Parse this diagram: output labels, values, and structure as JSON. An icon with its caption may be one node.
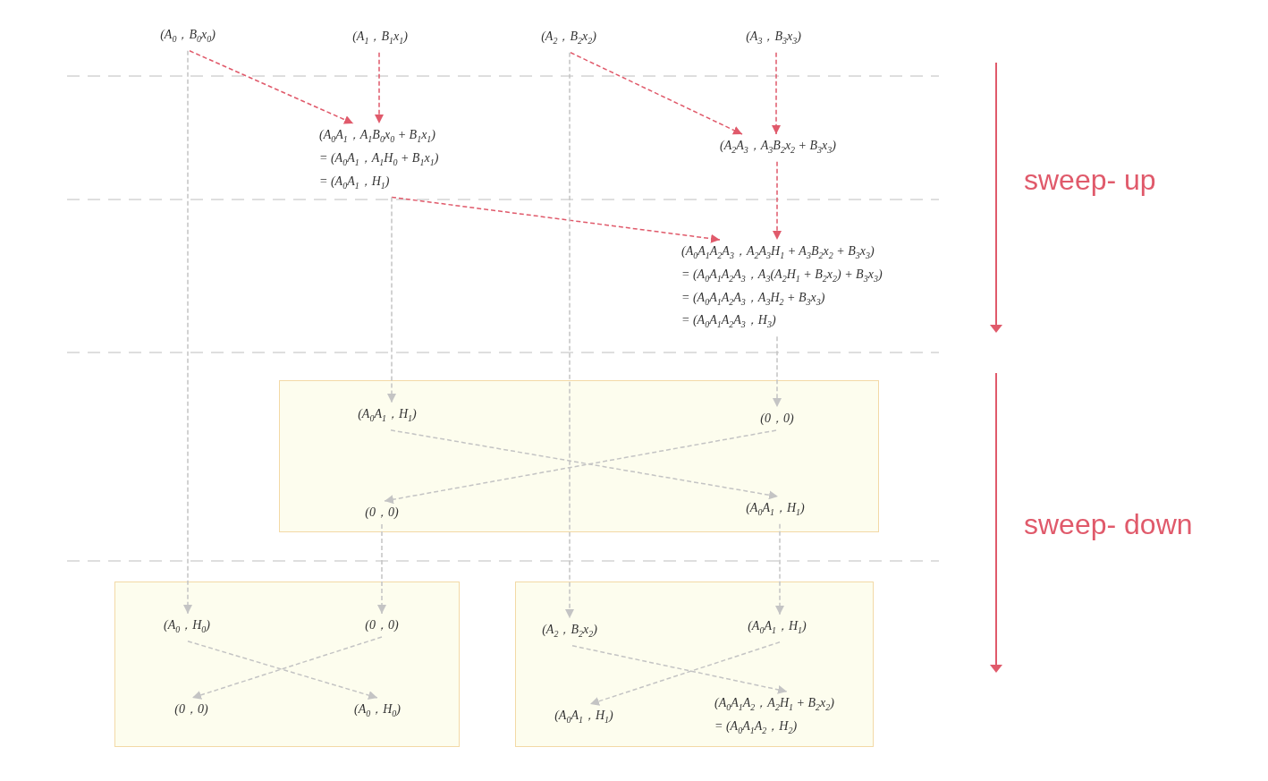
{
  "diagram": {
    "nodes": [
      {
        "text": [
          "(A$_{0}$，B$_{0}$x$_{0}$)"
        ]
      },
      {
        "text": [
          "(A$_{1}$，B$_{1}$x$_{1}$)"
        ]
      },
      {
        "text": [
          "(A$_{2}$，B$_{2}$x$_{2}$)"
        ]
      },
      {
        "text": [
          "(A$_{3}$，B$_{3}$x$_{3}$)"
        ]
      },
      {
        "text": [
          "(A$_{0}$A$_{1}$，A$_{1}$B$_{0}$x$_{0}$ + B$_{1}$x$_{1}$)",
          "= (A$_{0}$A$_{1}$，A$_{1}$H$_{0}$ + B$_{1}$x$_{1}$)",
          "= (A$_{0}$A$_{1}$，H$_{1}$)"
        ]
      },
      {
        "text": [
          "(A$_{2}$A$_{3}$，A$_{3}$B$_{2}$x$_{2}$ + B$_{3}$x$_{3}$)"
        ]
      },
      {
        "text": [
          "(A$_{0}$A$_{1}$A$_{2}$A$_{3}$，A$_{2}$A$_{3}$H$_{1}$ + A$_{3}$B$_{2}$x$_{2}$ + B$_{3}$x$_{3}$)",
          "= (A$_{0}$A$_{1}$A$_{2}$A$_{3}$，A$_{3}$(A$_{2}$H$_{1}$ + B$_{2}$x$_{2}$) + B$_{3}$x$_{3}$)",
          "= (A$_{0}$A$_{1}$A$_{2}$A$_{3}$，A$_{3}$H$_{2}$ + B$_{3}$x$_{3}$)",
          "= (A$_{0}$A$_{1}$A$_{2}$A$_{3}$，H$_{3}$)"
        ]
      },
      {
        "text": [],
        "shape": "box"
      },
      {
        "text": [
          "(A$_{0}$A$_{1}$，H$_{1}$)"
        ],
        "in": 7
      },
      {
        "text": [
          "(0，0)"
        ],
        "in": 7
      },
      {
        "text": [
          "(0，0)"
        ],
        "in": 7
      },
      {
        "text": [
          "(A$_{0}$A$_{1}$，H$_{1}$)"
        ],
        "in": 7
      },
      {
        "text": [],
        "shape": "box"
      },
      {
        "text": [
          "(A$_{0}$，H$_{0}$)"
        ],
        "in": 12
      },
      {
        "text": [
          "(0，0)"
        ],
        "in": 12
      },
      {
        "text": [
          "(0，0)"
        ],
        "in": 12
      },
      {
        "text": [
          "(A$_{0}$，H$_{0}$)"
        ],
        "in": 12
      },
      {
        "text": [],
        "shape": "box"
      },
      {
        "text": [
          "(A$_{2}$，B$_{2}$x$_{2}$)"
        ],
        "in": 17
      },
      {
        "text": [
          "(A$_{0}$A$_{1}$，H$_{1}$)"
        ],
        "in": 17
      },
      {
        "text": [
          "(A$_{0}$A$_{1}$，H$_{1}$)"
        ],
        "in": 17
      },
      {
        "text": [
          "(A$_{0}$A$_{1}$A$_{2}$，A$_{2}$H$_{1}$ + B$_{2}$x$_{2}$)",
          "= (A$_{0}$A$_{1}$A$_{2}$，H$_{2}$)"
        ],
        "in": 17
      }
    ],
    "edges": [
      {
        "from": 0,
        "to": 4,
        "arrow": "to",
        "style": "dashed",
        "color": "#e05a6b"
      },
      {
        "from": 1,
        "to": 4,
        "arrow": "to",
        "style": "dashed",
        "color": "#e05a6b"
      },
      {
        "from": 2,
        "to": 5,
        "arrow": "to",
        "style": "dashed",
        "color": "#e05a6b"
      },
      {
        "from": 3,
        "to": 5,
        "arrow": "to",
        "style": "dashed",
        "color": "#e05a6b"
      },
      {
        "from": 4,
        "to": 6,
        "arrow": "to",
        "style": "dashed",
        "color": "#e05a6b"
      },
      {
        "from": 5,
        "to": 6,
        "arrow": "to",
        "style": "dashed",
        "color": "#e05a6b"
      },
      {
        "from": 0,
        "to": 13,
        "arrow": "to",
        "style": "dashed"
      },
      {
        "from": 4,
        "to": 8,
        "arrow": "to",
        "style": "dashed"
      },
      {
        "from": 2,
        "to": 18,
        "arrow": "to",
        "style": "dashed"
      },
      {
        "from": 6,
        "to": 9,
        "arrow": "to",
        "style": "dashed"
      },
      {
        "from": 8,
        "to": 11,
        "arrow": "to",
        "style": "dashed"
      },
      {
        "from": 9,
        "to": 10,
        "arrow": "to",
        "style": "dashed"
      },
      {
        "from": 10,
        "to": 14,
        "arrow": "to",
        "style": "dashed"
      },
      {
        "from": 11,
        "to": 19,
        "arrow": "to",
        "style": "dashed"
      },
      {
        "from": 14,
        "to": 15,
        "arrow": "to",
        "style": "dashed"
      },
      {
        "from": 13,
        "to": 16,
        "arrow": "to",
        "style": "dashed"
      },
      {
        "from": 18,
        "to": 21,
        "arrow": "to",
        "style": "dashed"
      },
      {
        "from": 19,
        "to": 20,
        "arrow": "to",
        "style": "dashed"
      }
    ],
    "labels": [
      "sweep- up",
      "sweep- down"
    ]
  }
}
